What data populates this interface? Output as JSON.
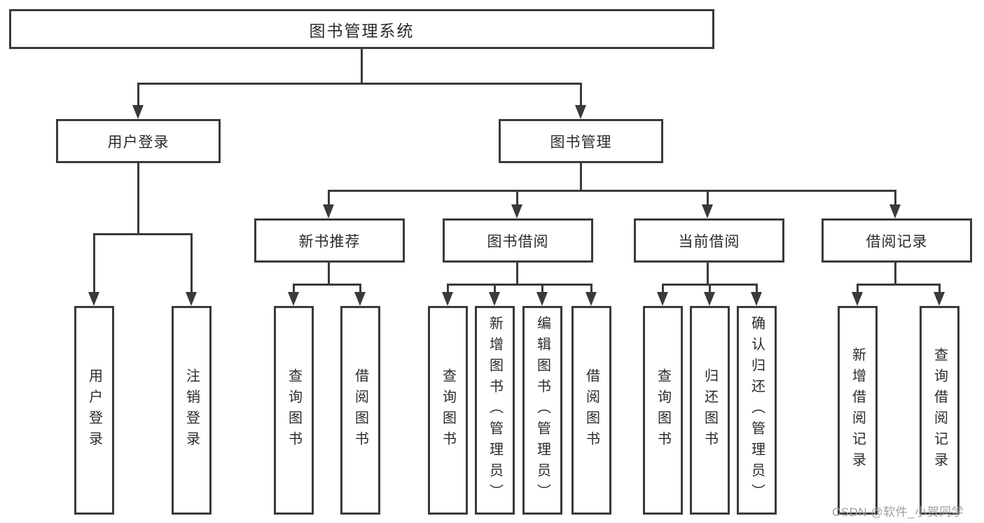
{
  "diagram": {
    "root": "图书管理系统",
    "level2": [
      "用户登录",
      "图书管理"
    ],
    "level3": [
      "新书推荐",
      "图书借阅",
      "当前借阅",
      "借阅记录"
    ],
    "leaves_user_login": [
      "用户登录",
      "注销登录"
    ],
    "leaves_new_book": [
      "查询图书",
      "借阅图书"
    ],
    "leaves_book_borrow": [
      "查询图书",
      "新增图书（管理员）",
      "编辑图书（管理员）",
      "借阅图书"
    ],
    "leaves_current_borrow": [
      "查询图书",
      "归还图书",
      "确认归还（管理员）"
    ],
    "leaves_records": [
      "新增借阅记录",
      "查询借阅记录"
    ]
  },
  "watermark": "CSDN @软件_小贺同学",
  "colors": {
    "line": "#3a3a3a",
    "text": "#2b2b2b",
    "watermark": "#9e9e9e",
    "background": "#ffffff"
  }
}
